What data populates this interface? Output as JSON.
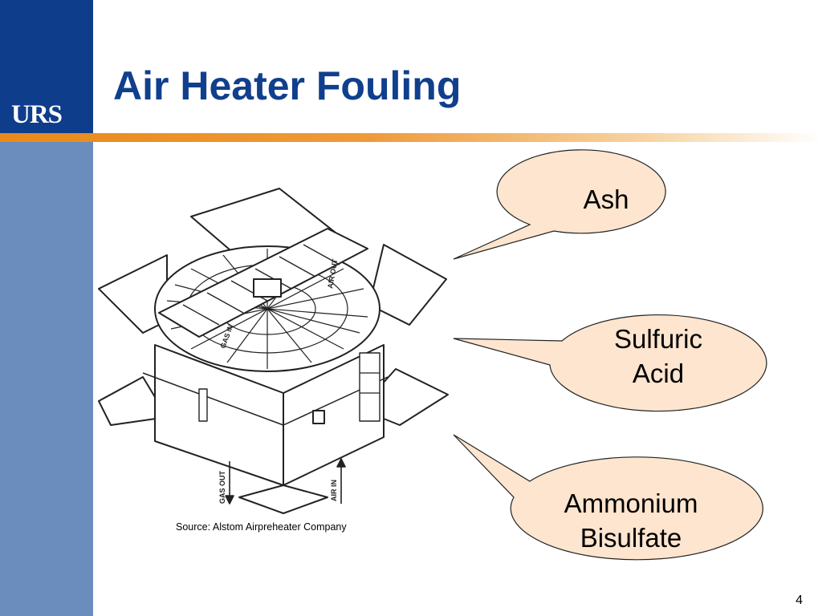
{
  "slide": {
    "title": "Air Heater Fouling",
    "logo_text": "URS",
    "caption": "Source: Alstom Airpreheater Company",
    "page_number": "4"
  },
  "diagram": {
    "labels": {
      "gas_in": "GAS IN",
      "air_out": "AIR OUT",
      "gas_out": "GAS OUT",
      "air_in": "AIR IN"
    }
  },
  "callouts": [
    {
      "line1": "Ash",
      "line2": ""
    },
    {
      "line1": "Sulfuric",
      "line2": "Acid"
    },
    {
      "line1": "Ammonium",
      "line2": "Bisulfate"
    }
  ],
  "colors": {
    "brand_blue": "#0e3d8c",
    "sidebar_light_blue": "#6a8dbd",
    "accent_orange": "#e98a1a",
    "bubble_fill": "#fde5cf",
    "title_blue": "#103f8d"
  }
}
